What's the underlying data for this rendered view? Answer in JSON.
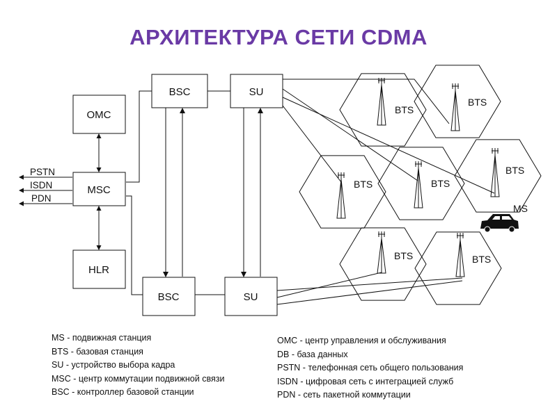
{
  "title": "АРХИТЕКТУРА СЕТИ CDMA",
  "nodes": {
    "omc": "OMC",
    "msc": "MSC",
    "hlr": "HLR",
    "bsc": "BSC",
    "su": "SU",
    "bts": "BTS",
    "ms": "MS"
  },
  "external_links": [
    "PSTN",
    "ISDN",
    "PDN"
  ],
  "legend_left": [
    "MS - подвижная станция",
    "BTS - базовая станция",
    "SU - устройство выбора кадра",
    "MSC - центр коммутации подвижной связи",
    "BSC - контроллер базовой станции"
  ],
  "legend_right": [
    "OMC - центр управления и обслуживания",
    "DB - база данных",
    "PSTN - телефонная сеть общего пользования",
    "ISDN - цифровая сеть с интеграцией служб",
    "PDN - сеть пакетной коммутации"
  ],
  "colors": {
    "title": "#6a3aa5",
    "line": "#111111"
  }
}
